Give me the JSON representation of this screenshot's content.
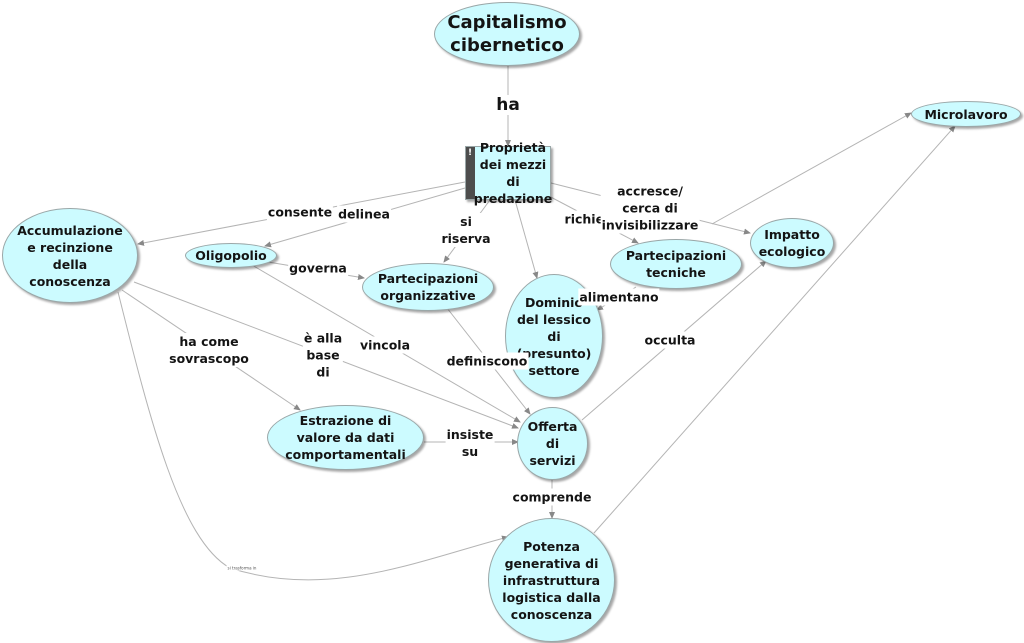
{
  "map": {
    "nodes": {
      "capitalismo": "Capitalismo\ncibernetico",
      "proprieta": "Proprietà\ndei mezzi di\npredazione",
      "proprieta_marker": "!",
      "microlavoro": "Microlavoro",
      "accumulazione": "Accumulazione\ne recinzione\ndella\nconoscenza",
      "oligopolio": "Oligopolio",
      "part_org": "Partecipazioni\norganizzative",
      "part_tec": "Partecipazioni\ntecniche",
      "impatto": "Impatto\necologico",
      "dominio": "Dominio\ndel lessico\ndi\n(presunto)\nsettore",
      "estrazione": "Estrazione di\nvalore da dati\ncomportamentali",
      "offerta": "Offerta\ndi\nservizi",
      "potenza": "Potenza\ngenerativa di\ninfrastruttura\nlogistica dalla\nconoscenza"
    },
    "links": {
      "ha": "ha",
      "consente": "consente",
      "delinea": "delinea",
      "si_riserva": "si\nriserva",
      "richiede": "richiede",
      "accresce": "accresce/\ncerca di\ninvisibilizzare",
      "governa": "governa",
      "alimentano": "alimentano",
      "ha_come": "ha come\nsovrascopo",
      "alla_base": "è alla\nbase\ndi",
      "vincola": "vincola",
      "definiscono": "definiscono",
      "occulta": "occulta",
      "insiste": "insiste\nsu",
      "comprende": "comprende",
      "si_trasforma": "si trasforma in"
    },
    "colors": {
      "node_fill": "#ccfbff",
      "node_border": "#9aa7a8",
      "edge": "#a8a8a8",
      "marker_bar": "#4d4d4d"
    }
  }
}
